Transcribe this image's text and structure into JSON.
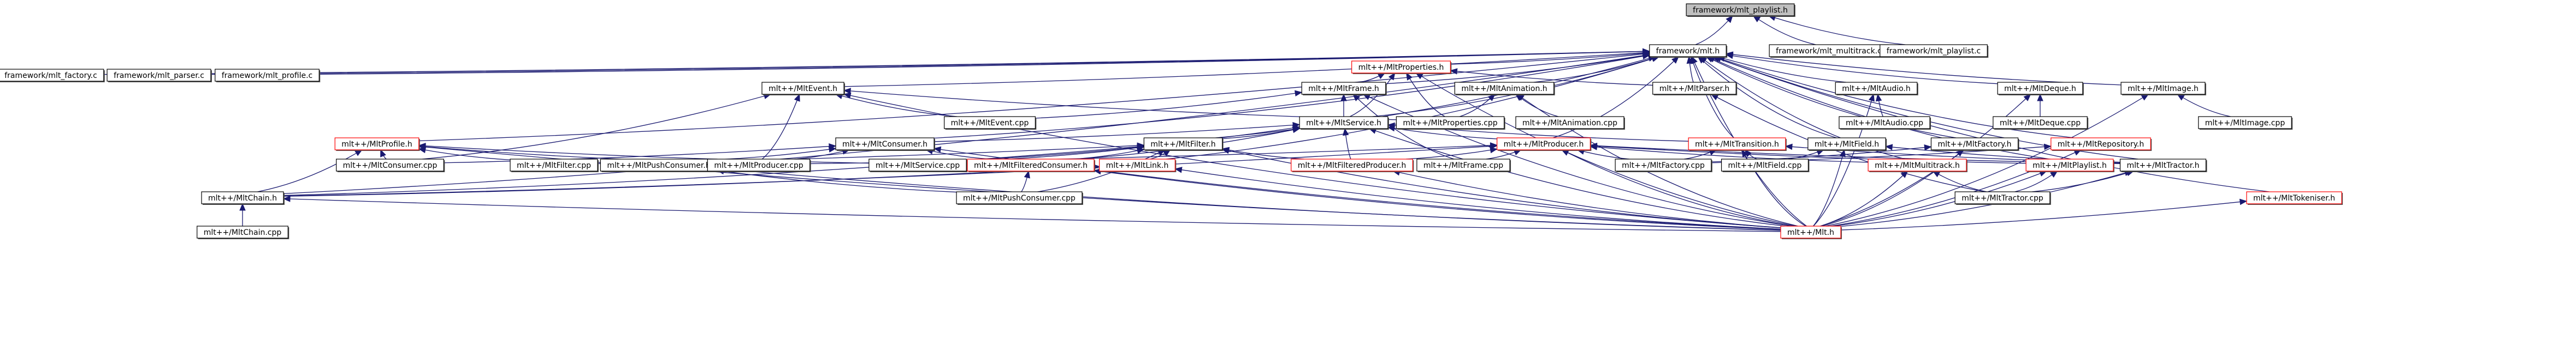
{
  "title": "framework/mlt_playlist.h include dependency graph",
  "colors": {
    "edge": "#191970",
    "root_fill": "#bfbfbf",
    "truncated_border": "#ff0000",
    "border": "#000000"
  },
  "nodes": [
    {
      "id": "root",
      "label": "framework/mlt_playlist.h",
      "style": "root"
    },
    {
      "id": "mlt_h",
      "label": "framework/mlt.h",
      "style": "normal"
    },
    {
      "id": "mlt_multitrack_c",
      "label": "framework/mlt_multitrack.c",
      "style": "normal"
    },
    {
      "id": "mlt_playlist_c",
      "label": "framework/mlt_playlist.c",
      "style": "normal"
    },
    {
      "id": "mlt_factory_c",
      "label": "framework/mlt_factory.c",
      "style": "normal"
    },
    {
      "id": "mlt_parser_c",
      "label": "framework/mlt_parser.c",
      "style": "normal"
    },
    {
      "id": "mlt_profile_c",
      "label": "framework/mlt_profile.c",
      "style": "normal"
    },
    {
      "id": "MltEvent_h",
      "label": "mlt++/MltEvent.h",
      "style": "normal"
    },
    {
      "id": "MltEvent_cpp",
      "label": "mlt++/MltEvent.cpp",
      "style": "normal"
    },
    {
      "id": "MltProperties_h",
      "label": "mlt++/MltProperties.h",
      "style": "red"
    },
    {
      "id": "MltFrame_h",
      "label": "mlt++/MltFrame.h",
      "style": "normal"
    },
    {
      "id": "MltAnimation_h",
      "label": "mlt++/MltAnimation.h",
      "style": "normal"
    },
    {
      "id": "MltAnimation_cpp",
      "label": "mlt++/MltAnimation.cpp",
      "style": "normal"
    },
    {
      "id": "MltProperties_cpp",
      "label": "mlt++/MltProperties.cpp",
      "style": "normal"
    },
    {
      "id": "MltParser_h",
      "label": "mlt++/MltParser.h",
      "style": "normal"
    },
    {
      "id": "MltAudio_h",
      "label": "mlt++/MltAudio.h",
      "style": "normal"
    },
    {
      "id": "MltAudio_cpp",
      "label": "mlt++/MltAudio.cpp",
      "style": "normal"
    },
    {
      "id": "MltDeque_h",
      "label": "mlt++/MltDeque.h",
      "style": "normal"
    },
    {
      "id": "MltDeque_cpp",
      "label": "mlt++/MltDeque.cpp",
      "style": "normal"
    },
    {
      "id": "MltImage_h",
      "label": "mlt++/MltImage.h",
      "style": "normal"
    },
    {
      "id": "MltImage_cpp",
      "label": "mlt++/MltImage.cpp",
      "style": "normal"
    },
    {
      "id": "MltService_h",
      "label": "mlt++/MltService.h",
      "style": "normal"
    },
    {
      "id": "MltConsumer_h",
      "label": "mlt++/MltConsumer.h",
      "style": "normal"
    },
    {
      "id": "MltFilter_h",
      "label": "mlt++/MltFilter.h",
      "style": "normal"
    },
    {
      "id": "MltProducer_h",
      "label": "mlt++/MltProducer.h",
      "style": "red"
    },
    {
      "id": "MltTransition_h",
      "label": "mlt++/MltTransition.h",
      "style": "red"
    },
    {
      "id": "MltField_h",
      "label": "mlt++/MltField.h",
      "style": "normal"
    },
    {
      "id": "MltFactory_h",
      "label": "mlt++/MltFactory.h",
      "style": "normal"
    },
    {
      "id": "MltRepository_h",
      "label": "mlt++/MltRepository.h",
      "style": "red"
    },
    {
      "id": "MltProfile_h",
      "label": "mlt++/MltProfile.h",
      "style": "red"
    },
    {
      "id": "MltConsumer_cpp",
      "label": "mlt++/MltConsumer.cpp",
      "style": "normal"
    },
    {
      "id": "MltFilter_cpp",
      "label": "mlt++/MltFilter.cpp",
      "style": "normal"
    },
    {
      "id": "MltPushConsumer_h",
      "label": "mlt++/MltPushConsumer.h",
      "style": "normal"
    },
    {
      "id": "MltProducer_cpp",
      "label": "mlt++/MltProducer.cpp",
      "style": "normal"
    },
    {
      "id": "MltService_cpp",
      "label": "mlt++/MltService.cpp",
      "style": "normal"
    },
    {
      "id": "MltFilteredConsumer_h",
      "label": "mlt++/MltFilteredConsumer.h",
      "style": "red"
    },
    {
      "id": "MltLink_h",
      "label": "mlt++/MltLink.h",
      "style": "red"
    },
    {
      "id": "MltFilteredProducer_h",
      "label": "mlt++/MltFilteredProducer.h",
      "style": "red"
    },
    {
      "id": "MltFrame_cpp",
      "label": "mlt++/MltFrame.cpp",
      "style": "normal"
    },
    {
      "id": "MltFactory_cpp",
      "label": "mlt++/MltFactory.cpp",
      "style": "normal"
    },
    {
      "id": "MltField_cpp",
      "label": "mlt++/MltField.cpp",
      "style": "normal"
    },
    {
      "id": "MltMultitrack_h",
      "label": "mlt++/MltMultitrack.h",
      "style": "red"
    },
    {
      "id": "MltPlaylist_h",
      "label": "mlt++/MltPlaylist.h",
      "style": "red"
    },
    {
      "id": "MltTractor_h",
      "label": "mlt++/MltTractor.h",
      "style": "normal"
    },
    {
      "id": "MltChain_h",
      "label": "mlt++/MltChain.h",
      "style": "normal"
    },
    {
      "id": "MltPushConsumer_cpp",
      "label": "mlt++/MltPushConsumer.cpp",
      "style": "normal"
    },
    {
      "id": "MltTractor_cpp",
      "label": "mlt++/MltTractor.cpp",
      "style": "normal"
    },
    {
      "id": "MltTokeniser_h",
      "label": "mlt++/MltTokeniser.h",
      "style": "red"
    },
    {
      "id": "MltChain_cpp",
      "label": "mlt++/MltChain.cpp",
      "style": "normal"
    },
    {
      "id": "Mlt_h",
      "label": "mlt++/Mlt.h",
      "style": "red"
    }
  ],
  "edges": [
    [
      "mlt_h",
      "root"
    ],
    [
      "mlt_multitrack_c",
      "root"
    ],
    [
      "mlt_playlist_c",
      "root"
    ],
    [
      "mlt_factory_c",
      "mlt_h"
    ],
    [
      "mlt_parser_c",
      "mlt_h"
    ],
    [
      "mlt_profile_c",
      "mlt_h"
    ],
    [
      "MltEvent_h",
      "mlt_h"
    ],
    [
      "MltProperties_h",
      "mlt_h"
    ],
    [
      "MltFrame_h",
      "mlt_h"
    ],
    [
      "MltAnimation_h",
      "mlt_h"
    ],
    [
      "MltParser_h",
      "mlt_h"
    ],
    [
      "MltAudio_h",
      "mlt_h"
    ],
    [
      "MltDeque_h",
      "mlt_h"
    ],
    [
      "MltImage_h",
      "mlt_h"
    ],
    [
      "MltService_h",
      "mlt_h"
    ],
    [
      "MltConsumer_h",
      "mlt_h"
    ],
    [
      "MltFilter_h",
      "mlt_h"
    ],
    [
      "MltProducer_h",
      "mlt_h"
    ],
    [
      "MltTransition_h",
      "mlt_h"
    ],
    [
      "MltField_h",
      "mlt_h"
    ],
    [
      "MltFactory_h",
      "mlt_h"
    ],
    [
      "MltRepository_h",
      "mlt_h"
    ],
    [
      "MltProfile_h",
      "mlt_h"
    ],
    [
      "MltLink_h",
      "mlt_h"
    ],
    [
      "MltMultitrack_h",
      "mlt_h"
    ],
    [
      "MltPlaylist_h",
      "mlt_h"
    ],
    [
      "MltTractor_h",
      "mlt_h"
    ],
    [
      "MltChain_h",
      "mlt_h"
    ],
    [
      "MltTokeniser_h",
      "mlt_h"
    ],
    [
      "Mlt_h",
      "mlt_h"
    ],
    [
      "MltEvent_cpp",
      "MltEvent_h"
    ],
    [
      "MltConsumer_cpp",
      "MltEvent_h"
    ],
    [
      "MltProducer_cpp",
      "MltEvent_h"
    ],
    [
      "MltProperties_cpp",
      "MltEvent_h"
    ],
    [
      "Mlt_h",
      "MltEvent_h"
    ],
    [
      "MltFrame_h",
      "MltProperties_h"
    ],
    [
      "MltService_h",
      "MltProperties_h"
    ],
    [
      "MltProperties_cpp",
      "MltProperties_h"
    ],
    [
      "MltParser_h",
      "MltProperties_h"
    ],
    [
      "Mlt_h",
      "MltProperties_h"
    ],
    [
      "MltEvent_cpp",
      "MltFrame_h"
    ],
    [
      "MltService_h",
      "MltFrame_h"
    ],
    [
      "MltFrame_cpp",
      "MltFrame_h"
    ],
    [
      "Mlt_h",
      "MltFrame_h"
    ],
    [
      "MltProperties_cpp",
      "MltAnimation_h"
    ],
    [
      "MltAnimation_cpp",
      "MltAnimation_h"
    ],
    [
      "Mlt_h",
      "MltAnimation_h"
    ],
    [
      "MltTractor_cpp",
      "MltParser_h"
    ],
    [
      "MltAudio_cpp",
      "MltAudio_h"
    ],
    [
      "Mlt_h",
      "MltAudio_h"
    ],
    [
      "MltDeque_cpp",
      "MltDeque_h"
    ],
    [
      "Mlt_h",
      "MltDeque_h"
    ],
    [
      "MltImage_cpp",
      "MltImage_h"
    ],
    [
      "Mlt_h",
      "MltImage_h"
    ],
    [
      "MltConsumer_h",
      "MltService_h"
    ],
    [
      "MltFilter_h",
      "MltService_h"
    ],
    [
      "MltProducer_h",
      "MltService_h"
    ],
    [
      "MltTransition_h",
      "MltService_h"
    ],
    [
      "MltService_cpp",
      "MltService_h"
    ],
    [
      "MltFilteredConsumer_h",
      "MltService_h"
    ],
    [
      "MltFilteredProducer_h",
      "MltService_h"
    ],
    [
      "Mlt_h",
      "MltService_h"
    ],
    [
      "MltConsumer_cpp",
      "MltConsumer_h"
    ],
    [
      "MltPushConsumer_h",
      "MltConsumer_h"
    ],
    [
      "MltProducer_cpp",
      "MltConsumer_h"
    ],
    [
      "MltFilteredConsumer_h",
      "MltConsumer_h"
    ],
    [
      "Mlt_h",
      "MltConsumer_h"
    ],
    [
      "MltFilter_cpp",
      "MltFilter_h"
    ],
    [
      "MltService_cpp",
      "MltFilter_h"
    ],
    [
      "MltFilteredConsumer_h",
      "MltFilter_h"
    ],
    [
      "MltLink_h",
      "MltFilter_h"
    ],
    [
      "MltFilteredProducer_h",
      "MltFilter_h"
    ],
    [
      "MltPushConsumer_cpp",
      "MltFilter_h"
    ],
    [
      "Mlt_h",
      "MltFilter_h"
    ],
    [
      "MltChain_h",
      "MltFilter_h"
    ],
    [
      "MltProducer_cpp",
      "MltProducer_h"
    ],
    [
      "MltFilteredProducer_h",
      "MltProducer_h"
    ],
    [
      "MltFrame_cpp",
      "MltProducer_h"
    ],
    [
      "MltFactory_cpp",
      "MltProducer_h"
    ],
    [
      "MltMultitrack_h",
      "MltProducer_h"
    ],
    [
      "MltPlaylist_h",
      "MltProducer_h"
    ],
    [
      "MltTractor_h",
      "MltProducer_h"
    ],
    [
      "MltChain_h",
      "MltProducer_h"
    ],
    [
      "Mlt_h",
      "MltProducer_h"
    ],
    [
      "MltFactory_cpp",
      "MltTransition_h"
    ],
    [
      "MltField_cpp",
      "MltTransition_h"
    ],
    [
      "MltTractor_h",
      "MltTransition_h"
    ],
    [
      "Mlt_h",
      "MltTransition_h"
    ],
    [
      "MltField_cpp",
      "MltField_h"
    ],
    [
      "MltTractor_h",
      "MltField_h"
    ],
    [
      "Mlt_h",
      "MltField_h"
    ],
    [
      "MltFactory_cpp",
      "MltFactory_h"
    ],
    [
      "Mlt_h",
      "MltFactory_h"
    ],
    [
      "MltFactory_cpp",
      "MltRepository_h"
    ],
    [
      "Mlt_h",
      "MltRepository_h"
    ],
    [
      "MltConsumer_cpp",
      "MltProfile_h"
    ],
    [
      "MltFilter_cpp",
      "MltProfile_h"
    ],
    [
      "MltProducer_cpp",
      "MltProfile_h"
    ],
    [
      "MltService_cpp",
      "MltProfile_h"
    ],
    [
      "MltChain_h",
      "MltProfile_h"
    ],
    [
      "Mlt_h",
      "MltProfile_h"
    ],
    [
      "MltPushConsumer_cpp",
      "MltPushConsumer_h"
    ],
    [
      "Mlt_h",
      "MltPushConsumer_h"
    ],
    [
      "MltPushConsumer_cpp",
      "MltFilteredConsumer_h"
    ],
    [
      "Mlt_h",
      "MltFilteredConsumer_h"
    ],
    [
      "MltChain_h",
      "MltLink_h"
    ],
    [
      "Mlt_h",
      "MltLink_h"
    ],
    [
      "Mlt_h",
      "MltFilteredProducer_h"
    ],
    [
      "MltTractor_cpp",
      "MltMultitrack_h"
    ],
    [
      "Mlt_h",
      "MltMultitrack_h"
    ],
    [
      "MltTractor_cpp",
      "MltPlaylist_h"
    ],
    [
      "Mlt_h",
      "MltPlaylist_h"
    ],
    [
      "MltTractor_cpp",
      "MltTractor_h"
    ],
    [
      "Mlt_h",
      "MltTractor_h"
    ],
    [
      "MltChain_cpp",
      "MltChain_h"
    ],
    [
      "Mlt_h",
      "MltChain_h"
    ],
    [
      "Mlt_h",
      "MltTokeniser_h"
    ]
  ]
}
